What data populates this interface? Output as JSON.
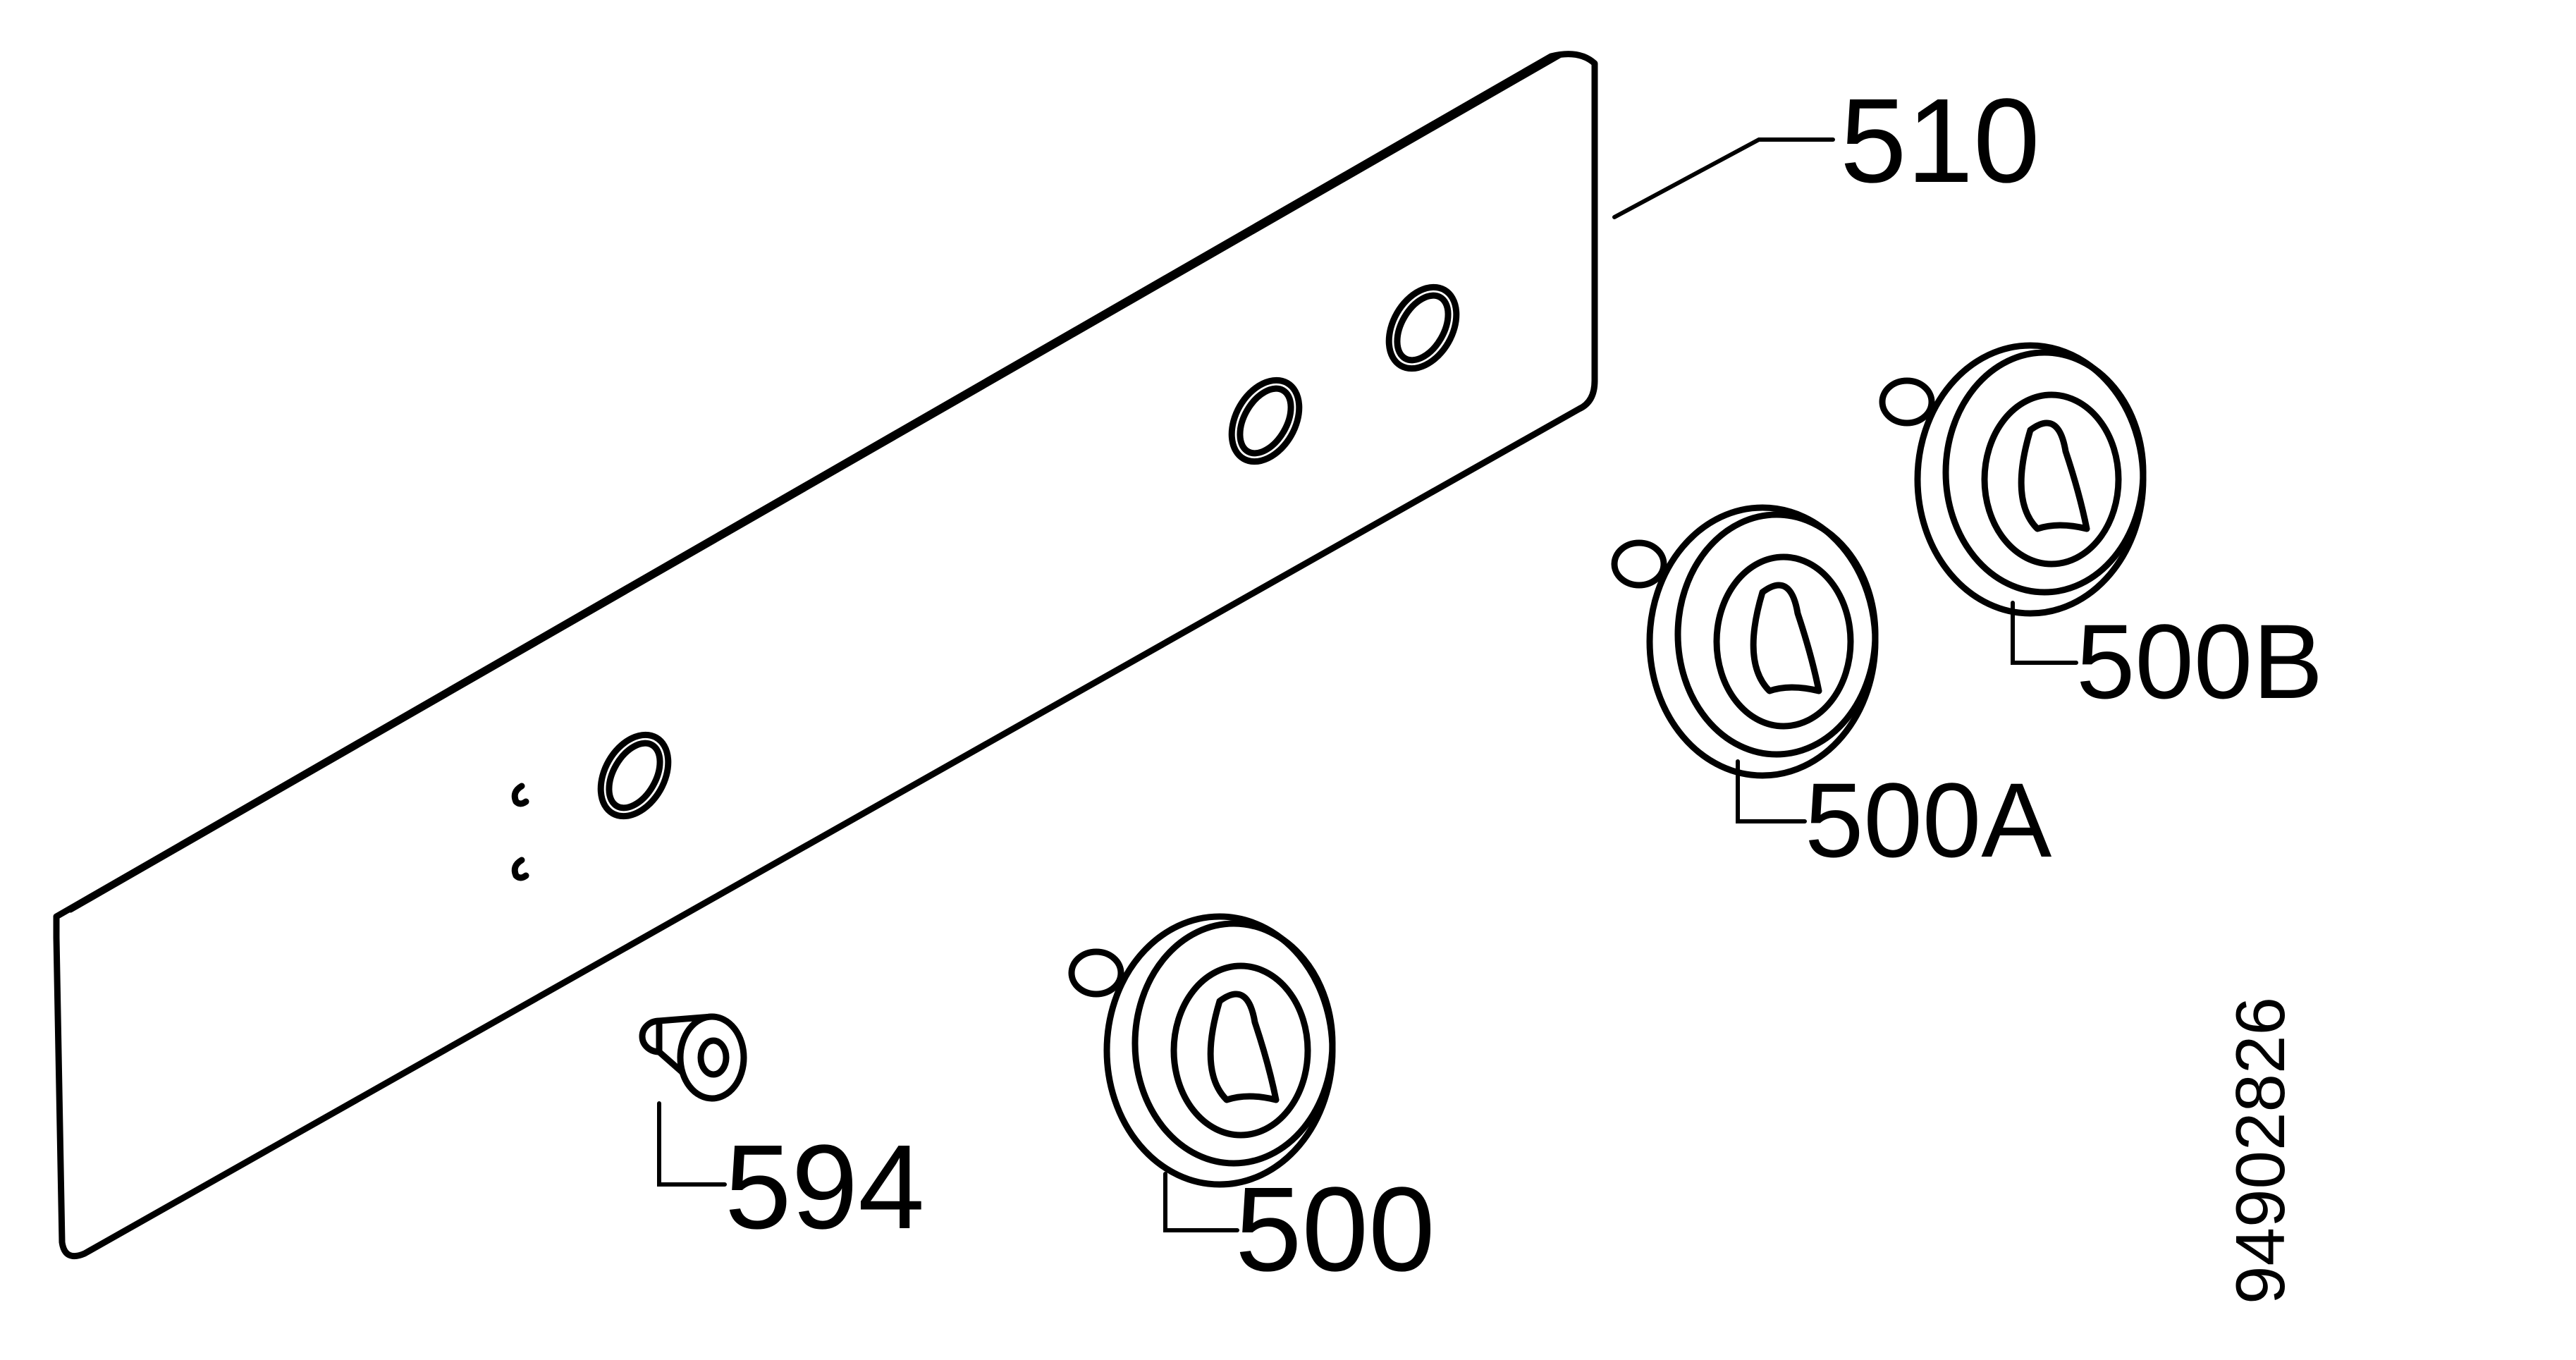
{
  "labels": {
    "panel": "510",
    "knob_left": "500",
    "knob_middle": "500A",
    "knob_right": "500B",
    "small_knob": "594"
  },
  "drawing_number": "94902826"
}
